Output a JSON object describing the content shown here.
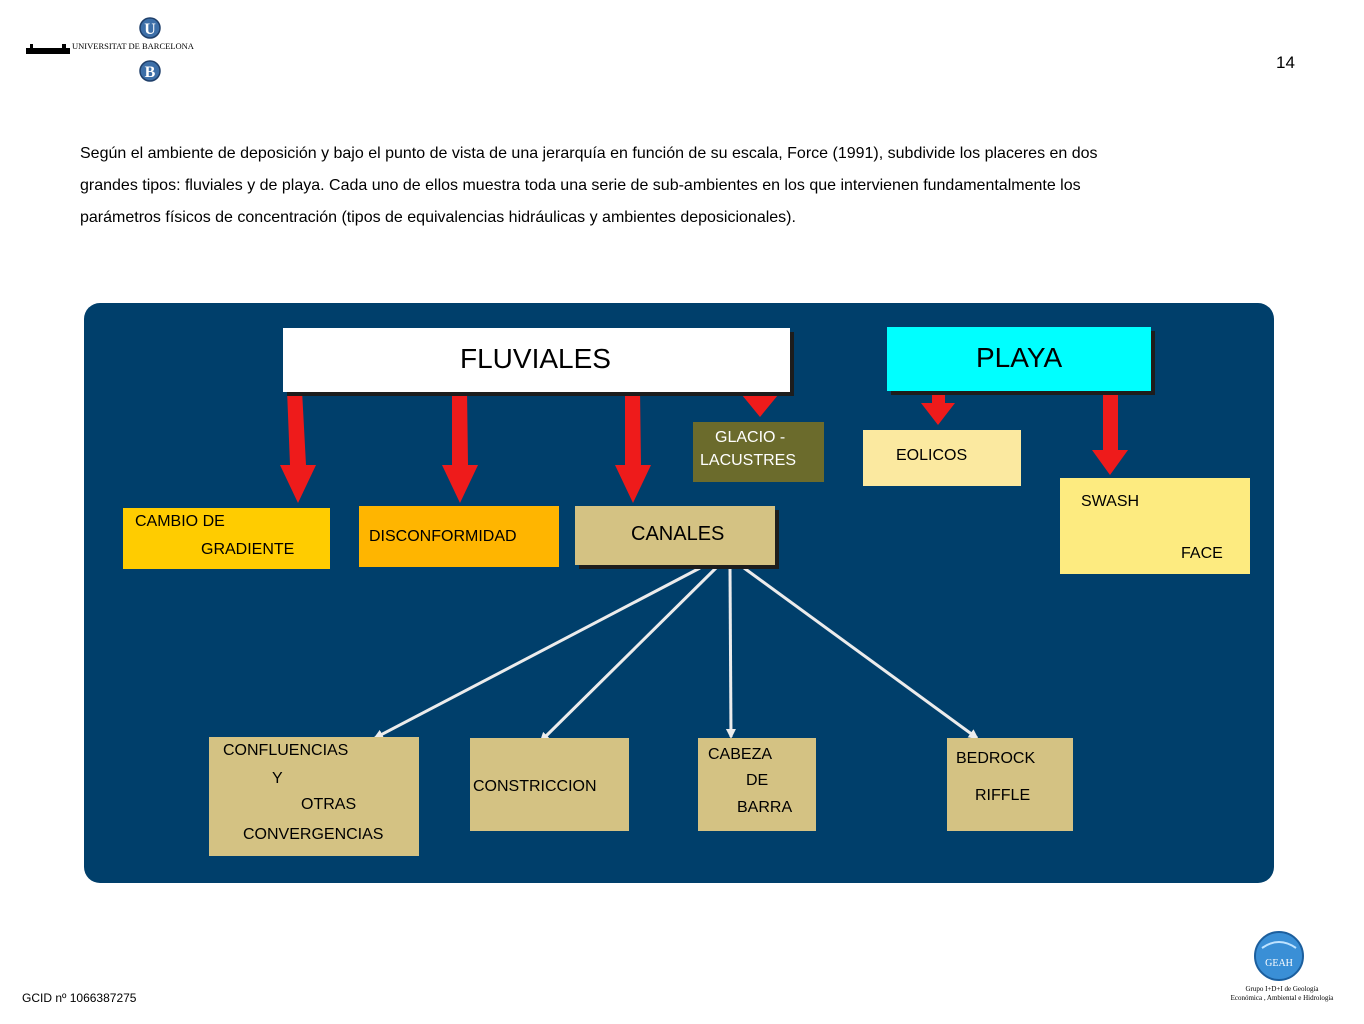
{
  "header": {
    "university": "UNIVERSITAT DE BARCELONA",
    "logo_letters": [
      "U",
      "B"
    ],
    "page_number": "14"
  },
  "intro": {
    "lines": [
      "Según el ambiente de deposición y bajo el punto de vista de una jerarquía en función de su escala, Force (1991), subdivide los placeres en dos",
      "grandes tipos:  fluviales y de playa. Cada uno de ellos muestra toda una serie de sub-ambientes en los que intervienen fundamentalmente los",
      "parámetros físicos de concentración (tipos de equivalencias hidráulicas y ambientes deposicionales)."
    ]
  },
  "diagram": {
    "fluviales": "FLUVIALES",
    "playa": "PLAYA",
    "glacio": [
      "GLACIO -",
      "LACUSTRES"
    ],
    "eolicos": "EOLICOS",
    "swash": [
      "SWASH",
      "FACE"
    ],
    "cambio": [
      "CAMBIO DE",
      "GRADIENTE"
    ],
    "disconformidad": "DISCONFORMIDAD",
    "canales": "CANALES",
    "confluencias": [
      "CONFLUENCIAS",
      "Y",
      "OTRAS",
      "CONVERGENCIAS"
    ],
    "constriccion": "CONSTRICCION",
    "cabeza": [
      "CABEZA",
      "DE",
      "BARRA"
    ],
    "bedrock": [
      "BEDROCK",
      "RIFFLE"
    ],
    "colors": {
      "background": "#003f6b",
      "fluviales": "#ffffff",
      "playa": "#00ffff",
      "glacio": "#6b6b2c",
      "eolicos": "#fbe9a0",
      "swash": "#fdeb80",
      "cambio": "#ffcc00",
      "disconformidad": "#ffb500",
      "canales": "#d4c283",
      "leaf": "#d4c283",
      "arrow_red": "#ee1b1b",
      "arrow_white": "#ececec"
    }
  },
  "footer": {
    "id": "GCID nº 1066387275",
    "group_badge": "GEAH",
    "group_line1": "Grupo I+D+I de Geología",
    "group_line2": "Económica , Ambiental e Hidrología"
  }
}
